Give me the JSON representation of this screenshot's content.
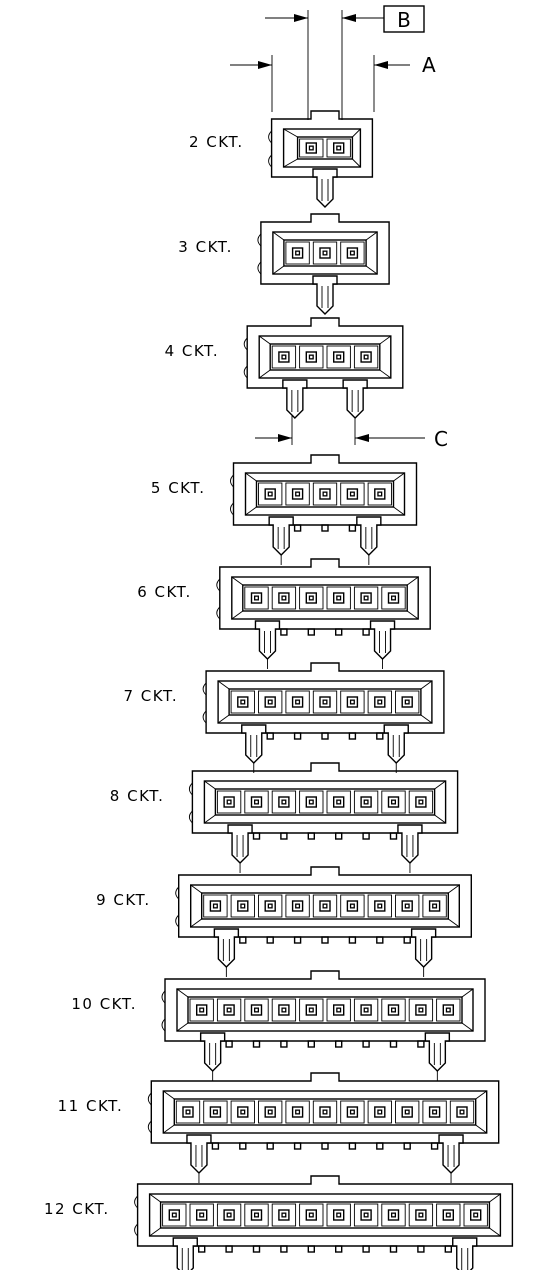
{
  "dimension_labels": {
    "a": "A",
    "b": "B",
    "c": "C"
  },
  "variants": [
    {
      "label": "2 CKT.",
      "circuits": 2
    },
    {
      "label": "3 CKT.",
      "circuits": 3
    },
    {
      "label": "4 CKT.",
      "circuits": 4
    },
    {
      "label": "5 CKT.",
      "circuits": 5
    },
    {
      "label": "6 CKT.",
      "circuits": 6
    },
    {
      "label": "7 CKT.",
      "circuits": 7
    },
    {
      "label": "8 CKT.",
      "circuits": 8
    },
    {
      "label": "9 CKT.",
      "circuits": 9
    },
    {
      "label": "10 CKT.",
      "circuits": 10
    },
    {
      "label": "11 CKT.",
      "circuits": 11
    },
    {
      "label": "12 CKT.",
      "circuits": 12
    }
  ]
}
